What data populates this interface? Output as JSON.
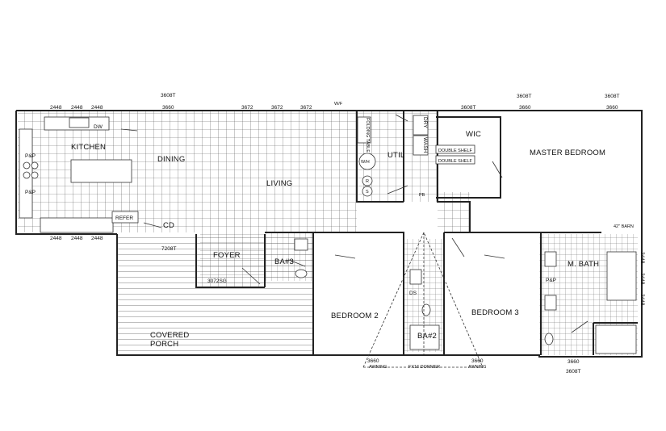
{
  "rooms": {
    "kitchen": "KITCHEN",
    "dining": "DINING",
    "living": "LIVING",
    "util": "UTIL",
    "wic": "WIC",
    "master_bedroom": "MASTER BEDROOM",
    "foyer": "FOYER",
    "ba3": "BA#3",
    "bedroom2": "BEDROOM 2",
    "bedroom3": "BEDROOM 3",
    "ba2": "BA#2",
    "m_bath": "M. BATH",
    "covered_porch_1": "COVERED",
    "covered_porch_2": "PORCH"
  },
  "fixtures": {
    "pp": "P&P",
    "dw": "DW",
    "refer": "REFER",
    "cd": "CD",
    "dry": "DRY",
    "wash": "WASH",
    "folding_table": "FOLDING TABLE",
    "wh": "W/H",
    "r": "R",
    "s": "S",
    "pb": "PB",
    "double_shelf": "DOUBLE SHELF",
    "barn": "42\" BARN",
    "ds": "DS",
    "wf": "W/F"
  },
  "windows": {
    "w2448": "2448",
    "w3608t": "3608T",
    "w3660": "3660",
    "w3672": "3672",
    "w7208t": "7208T",
    "w3072sg": "3072SG",
    "awning": "AWNING",
    "dormer": "FX16 DORMER"
  }
}
